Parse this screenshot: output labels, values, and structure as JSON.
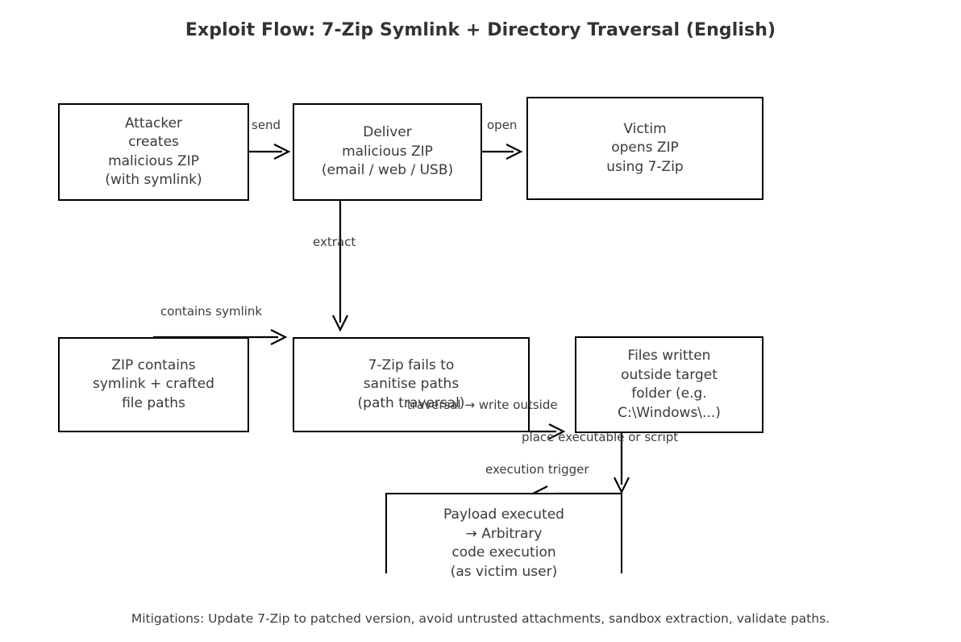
{
  "title": "Exploit Flow: 7-Zip Symlink + Directory Traversal (English)",
  "footer": "Mitigations: Update 7-Zip to patched version, avoid untrusted attachments, sandbox extraction, validate paths.",
  "nodes": {
    "attacker": "Attacker\ncreates\nmalicious ZIP\n(with symlink)",
    "deliver": "Deliver\nmalicious ZIP\n(email / web / USB)",
    "victim": "Victim\nopens ZIP\nusing 7-Zip",
    "zip_contents": "ZIP contains\nsymlink + crafted\nfile paths",
    "sanitise": "7-Zip fails to\nsanitise paths\n(path traversal)",
    "files_written": "Files written\noutside target\nfolder (e.g.\nC:\\Windows\\...)",
    "payload": "Payload executed\n→ Arbitrary\ncode execution\n(as victim user)"
  },
  "edges": {
    "send": "send",
    "open": "open",
    "extract": "extract",
    "contains_symlink": "contains symlink",
    "traversal": "traversal → write outside",
    "place_executable": "place executable or script",
    "execution_trigger": "execution trigger"
  },
  "colors": {
    "background": "#ffffff",
    "stroke": "#000000",
    "text": "#3a3a3a",
    "title": "#333333"
  }
}
